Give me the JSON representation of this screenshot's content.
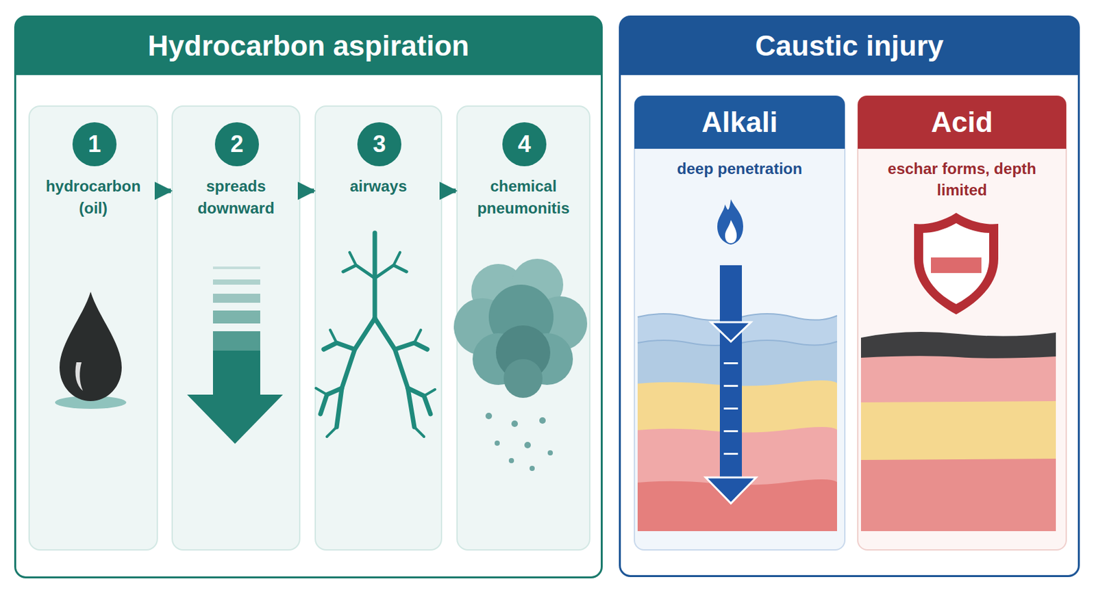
{
  "diagram": {
    "nodes": [
      {
        "text": [
          "Hydrocarbon aspiration"
        ]
      },
      {
        "text": [
          "hydrocarbon (oil)"
        ],
        "in": 0
      },
      {
        "text": [
          "1"
        ],
        "in": 1
      },
      {
        "text": [
          "spreads downward"
        ],
        "in": 0
      },
      {
        "text": [
          "2"
        ],
        "in": 3
      },
      {
        "text": [
          "airways"
        ],
        "in": 0
      },
      {
        "text": [
          "3"
        ],
        "in": 5
      },
      {
        "text": [
          "chemical pneumonitis"
        ],
        "in": 0
      },
      {
        "text": [
          "4"
        ],
        "in": 7
      },
      {
        "text": [
          "Caustic injury"
        ]
      },
      {
        "text": [
          "Alkali",
          "deep penetration"
        ],
        "in": 9
      },
      {
        "text": [
          "Acid",
          "eschar forms, depth limited"
        ],
        "in": 9
      }
    ],
    "edges": [
      {
        "from": 1,
        "to": 3,
        "arrow": "to"
      },
      {
        "from": 3,
        "to": 5,
        "arrow": "to"
      },
      {
        "from": 5,
        "to": 7,
        "arrow": "to"
      }
    ]
  }
}
